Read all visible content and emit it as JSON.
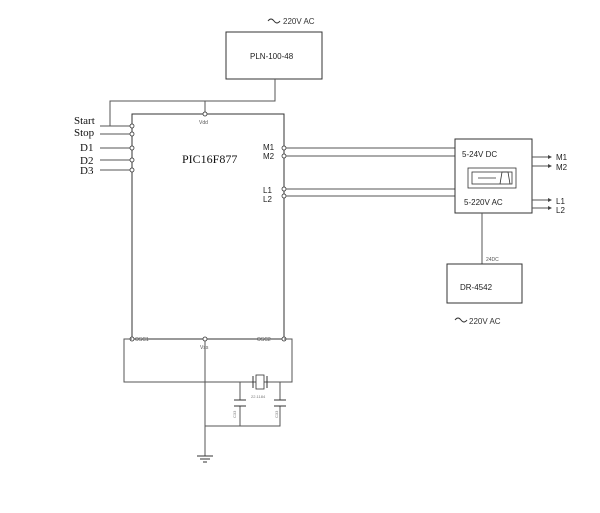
{
  "power_supply": {
    "ac_label": "220V AC",
    "model": "PLN-100-48"
  },
  "inputs": [
    "Start",
    "Stop",
    "D1",
    "D2",
    "D3"
  ],
  "mcu": {
    "name": "PIC16F877",
    "vdd": "Vdd",
    "vss": "Vss",
    "osc1": "OSC1",
    "osc2": "OSC2",
    "out_m1": "M1",
    "out_m2": "M2",
    "out_l1": "L1",
    "out_l2": "L2"
  },
  "driver": {
    "dc_label": "5-24V DC",
    "ac_label": "5-220V AC",
    "out_m1": "M1",
    "out_m2": "M2",
    "out_l1": "L1",
    "out_l2": "L2"
  },
  "dc_supply": {
    "voltage": "24DC",
    "model": "DR-4542",
    "ac_label": "220V AC"
  },
  "crystal": {
    "label": "22.1184",
    "cap_left": "C33",
    "cap_right": "C33"
  }
}
